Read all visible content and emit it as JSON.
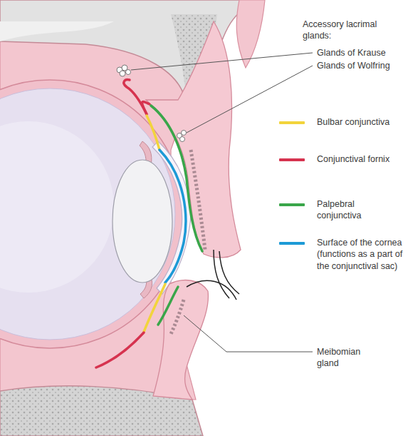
{
  "diagram": {
    "labels": [
      "Accessory lacrimal glands:",
      "Glands of Krause",
      "Glands of Wolfring",
      "Meibomian gland"
    ],
    "legend": [
      {
        "text": "Bulbar conjunctiva",
        "color": "#f2d43c"
      },
      {
        "text": "Conjunctival fornix",
        "color": "#d6334f"
      },
      {
        "text": "Palpebral conjunctiva",
        "color": "#3aa64a"
      },
      {
        "text": "Surface of the cornea (functions as a part of the conjunctival sac)",
        "color": "#1d9ad6"
      }
    ]
  }
}
